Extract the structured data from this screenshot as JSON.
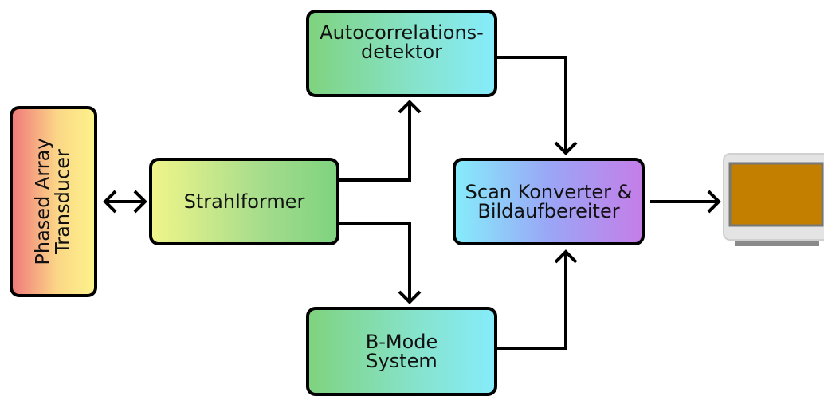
{
  "blocks": {
    "transducer": {
      "line1": "Phased Array",
      "line2": "Transducer"
    },
    "strahlformer": {
      "line1": "Strahlformer"
    },
    "autocorrelation": {
      "line1": "Autocorrelations-",
      "line2": "detektor"
    },
    "bmode": {
      "line1": "B-Mode",
      "line2": "System"
    },
    "scan_converter": {
      "line1": "Scan Konverter &",
      "line2": "Bildaufbereiter"
    }
  },
  "icons": {
    "display": "monitor-icon"
  },
  "colors": {
    "border": "#000000",
    "monitor_screen": "#c38000",
    "monitor_bezel": "#e4e4e4"
  }
}
